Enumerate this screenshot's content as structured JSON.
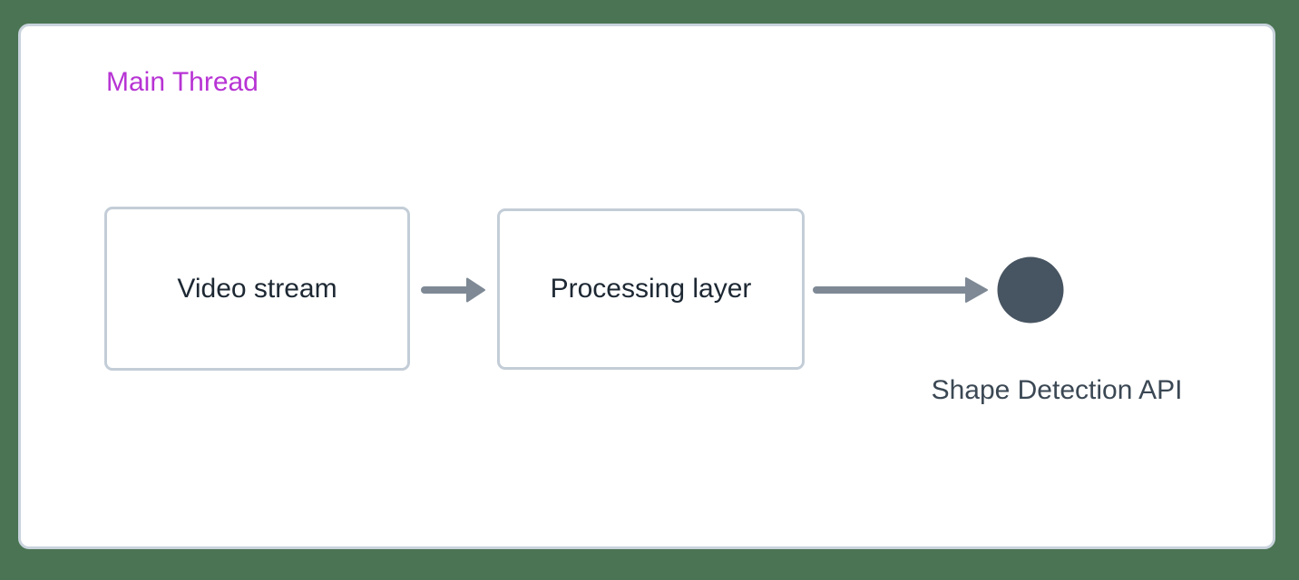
{
  "colors": {
    "background": "#4a7453",
    "card_border": "#c9d3dd",
    "node_border": "#c3cdd7",
    "arrow": "#7e8995",
    "circle": "#475461",
    "section_text": "#b733d4",
    "node_text": "#1d2833",
    "endpoint_text": "#3b4854"
  },
  "diagram": {
    "section_label": "Main Thread",
    "nodes": [
      {
        "label": "Video stream"
      },
      {
        "label": "Processing layer"
      }
    ],
    "endpoint": {
      "icon": "filled-circle",
      "label": "Shape Detection API"
    }
  }
}
